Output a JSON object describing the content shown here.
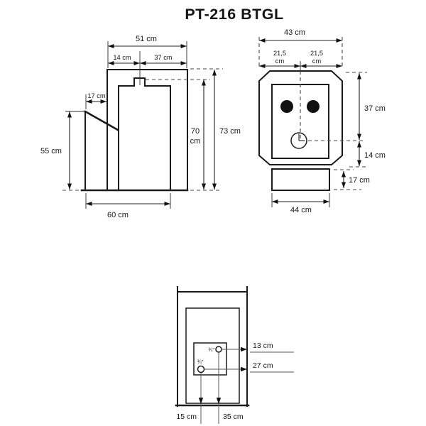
{
  "title": "PT-216 BTGL",
  "side_view": {
    "dims": {
      "top_width": "51 cm",
      "flue_offset": "14 cm",
      "flue_to_rear": "37 cm",
      "hopper_depth": "17 cm",
      "hopper_height": "55 cm",
      "body_height_value": "70",
      "body_height_unit": "cm",
      "total_height": "73 cm",
      "bottom_depth": "60 cm"
    }
  },
  "front_view": {
    "dims": {
      "total_width": "43 cm",
      "half_width_left_value": "21,5",
      "half_width_left_unit": "cm",
      "half_width_right_value": "21,5",
      "half_width_right_unit": "cm",
      "upper_height": "37 cm",
      "lower_height": "14 cm",
      "base_height": "17 cm",
      "base_width": "44 cm"
    }
  },
  "rear_view": {
    "labels": {
      "thread_upper": "¾\"",
      "thread_lower": "¾\""
    },
    "dims": {
      "upper_connection_offset": "13 cm",
      "lower_connection_offset": "27 cm",
      "left_connection_offset": "15 cm",
      "right_connection_offset": "35 cm"
    }
  }
}
